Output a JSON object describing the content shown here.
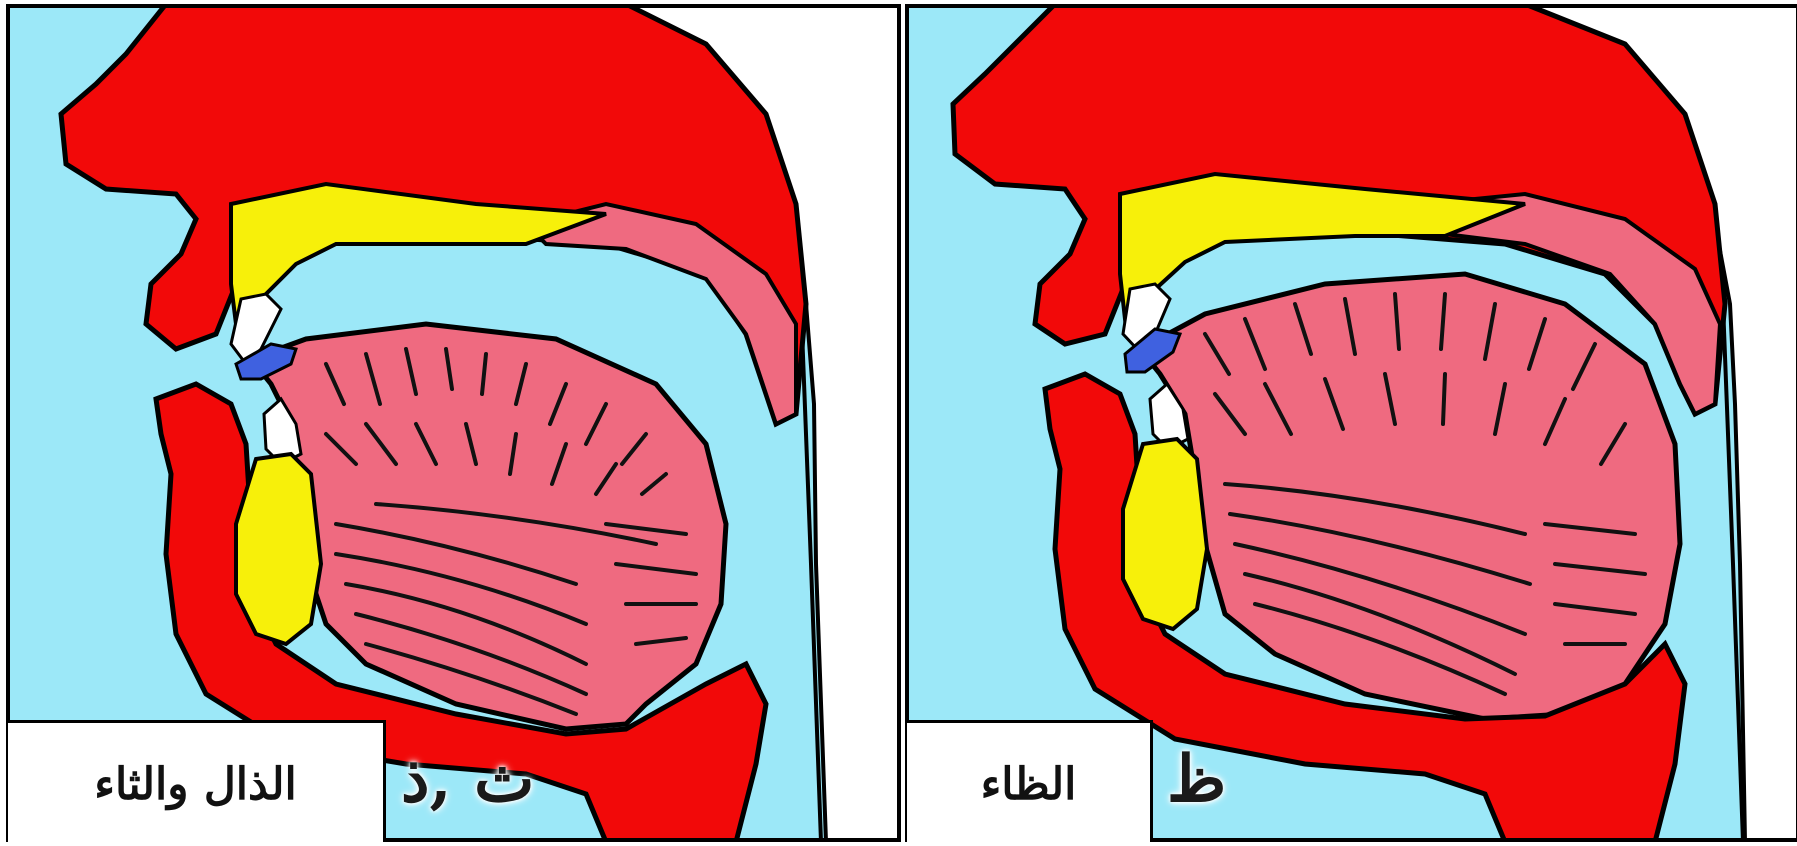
{
  "panels": [
    {
      "id": "left",
      "name_label": "الذال والثاء",
      "letters": "ث ,ذ"
    },
    {
      "id": "right",
      "name_label": "الظاء",
      "letters": "ظ"
    }
  ],
  "colors": {
    "background_air": "#9ce8f8",
    "lips_palate_tissue": "#f20909",
    "gum_ridge": "#f7f00a",
    "tongue_and_soft_palate": "#ef6a80",
    "tongue_tip_contact": "#3f61e0",
    "teeth": "#ffffff",
    "outline": "#000000"
  }
}
